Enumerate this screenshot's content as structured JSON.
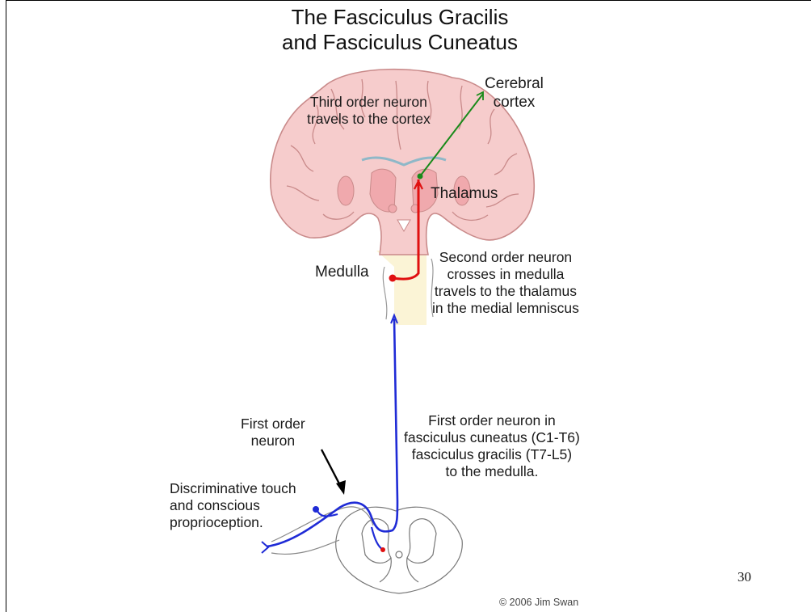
{
  "title": {
    "line1": "The Fasciculus Gracilis",
    "line2": "and Fasciculus Cuneatus"
  },
  "labels": {
    "cerebral_cortex": [
      "Cerebral",
      "cortex"
    ],
    "third_order": [
      "Third order neuron",
      "travels to the cortex"
    ],
    "thalamus": "Thalamus",
    "medulla": "Medulla",
    "second_order": [
      "Second order neuron",
      "crosses in medulla",
      "travels to the thalamus",
      "in the medial lemniscus"
    ],
    "first_order_neuron": [
      "First order",
      "neuron"
    ],
    "first_order_path": [
      "First order neuron in",
      "fasciculus cuneatus (C1-T6)",
      "fasciculus gracilis (T7-L5)",
      "to the medulla."
    ],
    "sensation": [
      "Discriminative touch",
      "and conscious",
      "proprioception."
    ]
  },
  "page_number": "30",
  "copyright": "© 2006 Jim Swan",
  "colors": {
    "first_order": "#1f2bd6",
    "second_order": "#e01010",
    "third_order": "#1a8a1a",
    "brain_fill": "#f6cccc",
    "brain_outline": "#c98a8a",
    "gyri_fill": "#f0a9ad",
    "brainstem_fill": "#fbf4d6"
  }
}
